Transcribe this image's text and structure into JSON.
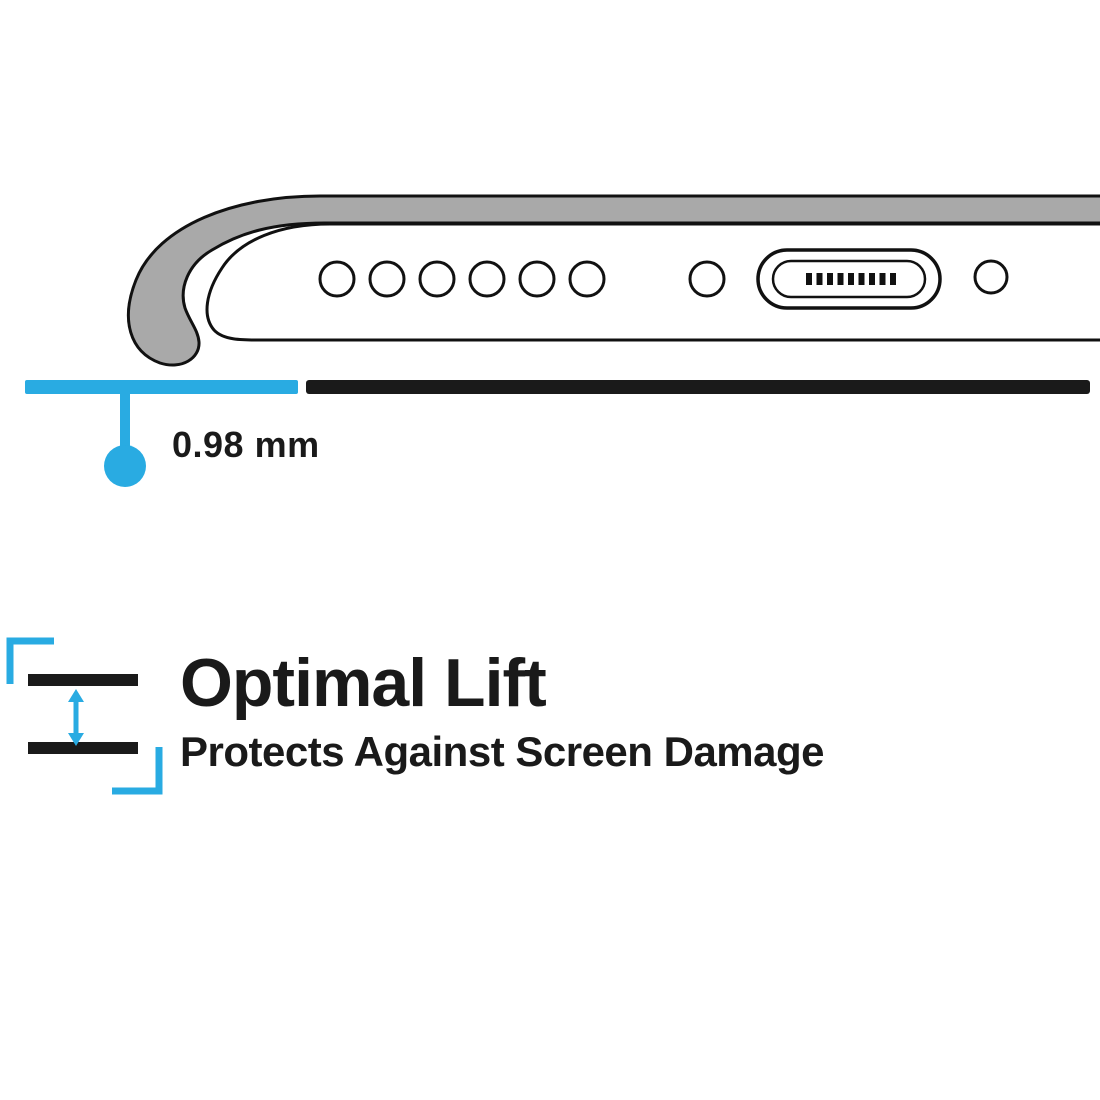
{
  "colors": {
    "accent": "#29ABE2",
    "ink": "#1a1a1a",
    "case_gray": "#a9a9a9",
    "outline": "#111111",
    "background": "#ffffff"
  },
  "diagram": {
    "measurement_label": "0.98 mm",
    "description": "phone-bottom-edge-in-case-cross-section"
  },
  "feature": {
    "title": "Optimal Lift",
    "subtitle": "Protects Against Screen Damage"
  },
  "icons": {
    "lift_gap": "lift-gap-double-arrow-icon",
    "phone_bottom": "phone-bottom-edge-diagram-icon"
  }
}
